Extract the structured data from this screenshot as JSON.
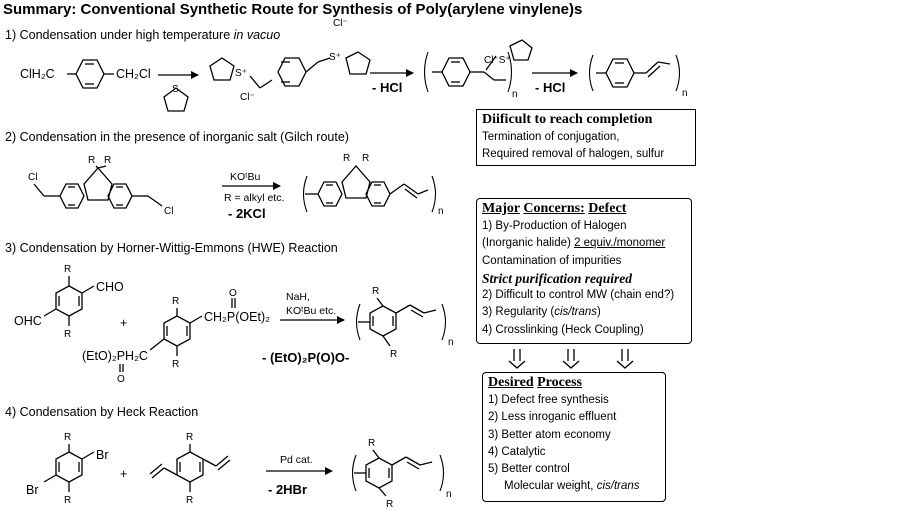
{
  "title": "Summary: Conventional Synthetic Route for Synthesis of Poly(arylene vinylene)s",
  "sections": [
    {
      "prefix": "1) Condensation under high temperature ",
      "italic": "in vacuo"
    },
    {
      "label": "2) Condensation in the presence of inorganic salt (Gilch route)"
    },
    {
      "label": "3) Condensation by Horner-Wittig-Emmons (HWE) Reaction"
    },
    {
      "label": "4) Condensation by Heck Reaction"
    }
  ],
  "labels": {
    "clh2c": "ClH₂C",
    "ch2cl": "CH₂Cl",
    "s": "S",
    "s_plus": "S⁺",
    "cl_minus": "Cl⁻",
    "cl_s_plus": "Cl⁻S⁺",
    "minus_hcl": "- HCl",
    "n": "n",
    "r": "R",
    "cl": "Cl",
    "kotbu": "KOᵗBu",
    "r_alkyl": "R = alkyl etc.",
    "minus_2kcl": "- 2KCl",
    "cho": "CHO",
    "ohc": "OHC",
    "plus": "+",
    "ch2p": "CH₂P(OEt)₂",
    "o": "O",
    "eto_ph2c": "(EtO)₂PH₂C",
    "nah": "NaH,",
    "kotbu_etc": "KOᵗBu etc.",
    "minus_phos": "- (EtO)₂P(O)O-",
    "br": "Br",
    "pd_cat": "Pd cat.",
    "minus_2hbr": "- 2HBr"
  },
  "box1": {
    "heading": "Diificult to reach completion",
    "lines": [
      "Termination of conjugation,",
      "Required removal of halogen, sulfur"
    ]
  },
  "box2": {
    "heading_words": [
      "Major",
      "Concerns:",
      "Defect"
    ],
    "line1": "1) By-Production of Halogen",
    "line2_prefix": "(Inorganic halide) ",
    "line2_underlined": "2 equiv./monomer",
    "line3": "Contamination of impurities",
    "line4": "Strict purification required",
    "line5": "2) Difficult to control MW (chain end?)",
    "line6_prefix": "3) Regularity (",
    "line6_italic": "cis/trans",
    "line6_suffix": ")",
    "line7": "4) Crosslinking (Heck Coupling)"
  },
  "box3": {
    "heading_words": [
      "Desired",
      "Process"
    ],
    "lines": [
      "1) Defect free synthesis",
      "2) Less inroganic effluent",
      "3) Better atom economy",
      "4) Catalytic",
      "5) Better control"
    ],
    "last_prefix": "Molecular weight, ",
    "last_italic": "cis/trans"
  },
  "arrows": {
    "color": "#000000",
    "count": 3
  }
}
